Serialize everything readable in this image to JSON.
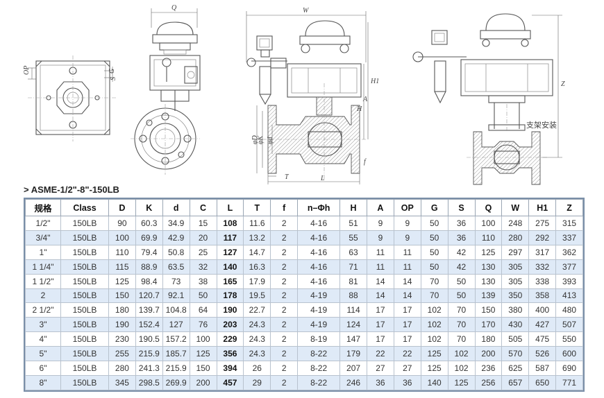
{
  "drawing_labels": {
    "op": "OP",
    "g": "G",
    "s": "S",
    "q": "Q",
    "w": "W",
    "h1": "H1",
    "h": "H",
    "a": "A",
    "z": "Z",
    "l": "L",
    "t": "T",
    "f": "f",
    "d": "φD",
    "k": "φK",
    "dd": "φd",
    "bracket_note": "支架安装"
  },
  "series_title": "> ASME-1/2\"-8\"-150LB",
  "table": {
    "headers": [
      "规格",
      "Class",
      "D",
      "K",
      "d",
      "C",
      "L",
      "T",
      "f",
      "n–Φh",
      "H",
      "A",
      "OP",
      "G",
      "S",
      "Q",
      "W",
      "H1",
      "Z"
    ],
    "rows": [
      [
        "1/2\"",
        "150LB",
        "90",
        "60.3",
        "34.9",
        "15",
        "108",
        "11.6",
        "2",
        "4-16",
        "51",
        "9",
        "9",
        "50",
        "36",
        "100",
        "248",
        "275",
        "315"
      ],
      [
        "3/4\"",
        "150LB",
        "100",
        "69.9",
        "42.9",
        "20",
        "117",
        "13.2",
        "2",
        "4-16",
        "55",
        "9",
        "9",
        "50",
        "36",
        "110",
        "280",
        "292",
        "337"
      ],
      [
        "1\"",
        "150LB",
        "110",
        "79.4",
        "50.8",
        "25",
        "127",
        "14.7",
        "2",
        "4-16",
        "63",
        "11",
        "11",
        "50",
        "42",
        "125",
        "297",
        "317",
        "362"
      ],
      [
        "1 1/4\"",
        "150LB",
        "115",
        "88.9",
        "63.5",
        "32",
        "140",
        "16.3",
        "2",
        "4-16",
        "71",
        "11",
        "11",
        "50",
        "42",
        "130",
        "305",
        "332",
        "377"
      ],
      [
        "1 1/2\"",
        "150LB",
        "125",
        "98.4",
        "73",
        "38",
        "165",
        "17.9",
        "2",
        "4-16",
        "81",
        "14",
        "14",
        "70",
        "50",
        "130",
        "305",
        "338",
        "393"
      ],
      [
        "2",
        "150LB",
        "150",
        "120.7",
        "92.1",
        "50",
        "178",
        "19.5",
        "2",
        "4-19",
        "88",
        "14",
        "14",
        "70",
        "50",
        "139",
        "350",
        "358",
        "413"
      ],
      [
        "2 1/2\"",
        "150LB",
        "180",
        "139.7",
        "104.8",
        "64",
        "190",
        "22.7",
        "2",
        "4-19",
        "114",
        "17",
        "17",
        "102",
        "70",
        "150",
        "380",
        "400",
        "480"
      ],
      [
        "3\"",
        "150LB",
        "190",
        "152.4",
        "127",
        "76",
        "203",
        "24.3",
        "2",
        "4-19",
        "124",
        "17",
        "17",
        "102",
        "70",
        "170",
        "430",
        "427",
        "507"
      ],
      [
        "4\"",
        "150LB",
        "230",
        "190.5",
        "157.2",
        "100",
        "229",
        "24.3",
        "2",
        "8-19",
        "147",
        "17",
        "17",
        "102",
        "70",
        "180",
        "505",
        "475",
        "550"
      ],
      [
        "5\"",
        "150LB",
        "255",
        "215.9",
        "185.7",
        "125",
        "356",
        "24.3",
        "2",
        "8-22",
        "179",
        "22",
        "22",
        "125",
        "102",
        "200",
        "570",
        "526",
        "600"
      ],
      [
        "6\"",
        "150LB",
        "280",
        "241.3",
        "215.9",
        "150",
        "394",
        "26",
        "2",
        "8-22",
        "207",
        "27",
        "27",
        "125",
        "102",
        "236",
        "625",
        "587",
        "690"
      ],
      [
        "8\"",
        "150LB",
        "345",
        "298.5",
        "269.9",
        "200",
        "457",
        "29",
        "2",
        "8-22",
        "246",
        "36",
        "36",
        "140",
        "125",
        "256",
        "657",
        "650",
        "771"
      ]
    ]
  }
}
